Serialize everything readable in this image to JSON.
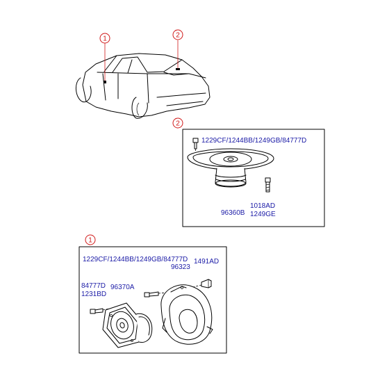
{
  "callouts": {
    "c1_car": "1",
    "c2_car": "2",
    "c2_section": "2",
    "c1_section": "1"
  },
  "rear_speaker": {
    "screw_parts": "1229CF/1244BB/1249GB/84777D",
    "speaker_part": "96360B",
    "bolt_part_a": "1018AD",
    "bolt_part_b": "1249GE"
  },
  "door_speaker": {
    "screw_parts": "1229CF/1244BB/1249GB/84777D",
    "nut_part": "1491AD",
    "bracket_part": "96323",
    "speaker_part": "96370A",
    "screw2_part_a": "84777D",
    "screw2_part_b": "1231BD"
  },
  "colors": {
    "part_number": "#1a1aa6",
    "callout": "#d01818",
    "line": "#000000"
  }
}
